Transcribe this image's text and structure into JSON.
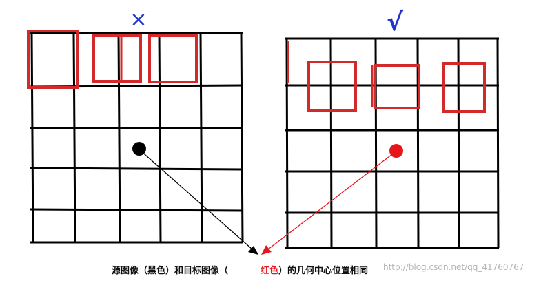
{
  "panels": {
    "left": {
      "marker": "×",
      "marker_color": "#2233cc",
      "center_dot_color": "#000000",
      "grid_color": "#000000",
      "window_color": "#d22a2a"
    },
    "right": {
      "marker": "√",
      "marker_color": "#2233cc",
      "center_dot_color": "#e8161b",
      "grid_color": "#000000",
      "window_color": "#d22a2a"
    }
  },
  "arrows": {
    "left_color": "#000000",
    "right_color": "#e8161b"
  },
  "caption": {
    "prefix": "源图像（黑色）和目标图像（",
    "highlight": "红色",
    "suffix": "）的几何中心位置相同",
    "highlight_color": "#e8161b"
  },
  "watermark": "http://blog.csdn.net/qq_41760767"
}
